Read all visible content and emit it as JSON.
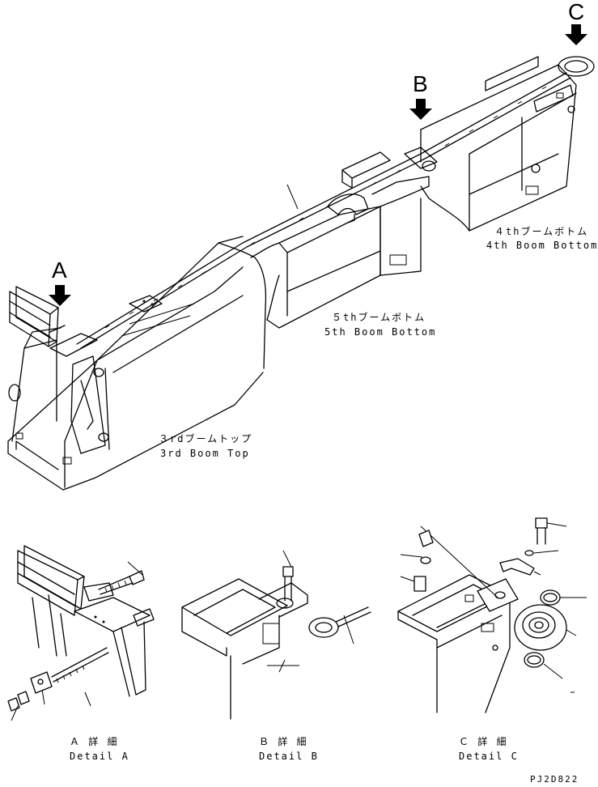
{
  "callouts": {
    "a": "A",
    "b": "B",
    "c": "C"
  },
  "labels": {
    "fourth_boom_jp": "４thブームボトム",
    "fourth_boom_en": "4th Boom Bottom",
    "fifth_boom_jp": "５thブームボトム",
    "fifth_boom_en": "5th Boom Bottom",
    "third_boom_jp": "３rdブームトップ",
    "third_boom_en": "3rd Boom Top"
  },
  "details": {
    "a_jp": "Ａ 詳 細",
    "a_en": "Detail A",
    "b_jp": "Ｂ 詳 細",
    "b_en": "Detail B",
    "c_jp": "Ｃ 詳 細",
    "c_en": "Detail C"
  },
  "drawing_code": "PJ2D822"
}
